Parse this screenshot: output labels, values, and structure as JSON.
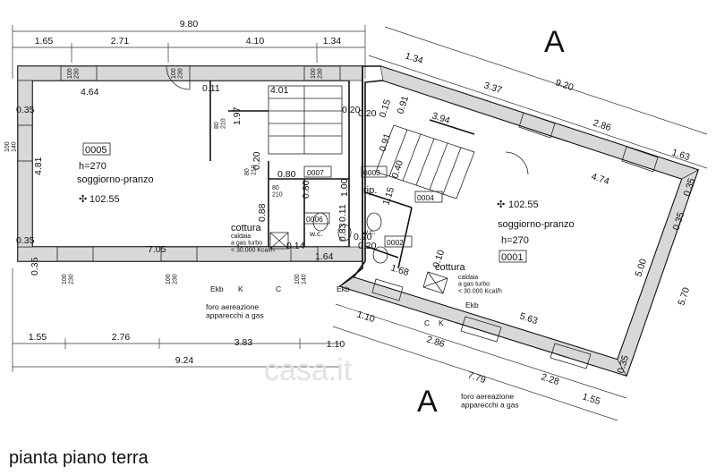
{
  "title": "pianta piano terra",
  "section_mark": "A",
  "watermark": "casa.it",
  "dims_top": {
    "total": "9.80",
    "segments": [
      "1.65",
      "2.71",
      "4.10",
      "1.34"
    ]
  },
  "dims_bottom": {
    "segments": [
      "1.55",
      "2.76",
      "3.83",
      "1.10"
    ],
    "total": "9.24"
  },
  "dims_right_top": {
    "segments": [
      "1.34",
      "3.37",
      "2.86",
      "1.63"
    ],
    "total": "9.20"
  },
  "dims_right_bottom": {
    "segments": [
      "1.10",
      "2.86",
      "2.28",
      "1.55"
    ],
    "total": "7.79"
  },
  "left_unit": {
    "room_code": "0005",
    "height": "h=270",
    "room_name": "soggiorno-pranzo",
    "area": "102.55",
    "dims": [
      "4.64",
      "0.11",
      "4.01",
      "0.35",
      "4.81",
      "0.35",
      "7.05",
      "0.35",
      "0.20",
      "1.97",
      "0.20",
      "0.80",
      "0.20",
      "1.64",
      "1.00",
      "0.11",
      "0.88",
      "0.83",
      "0.14",
      "0.20",
      "0.80"
    ],
    "window_labels": [
      "100\n230",
      "100\n230",
      "100\n230",
      "100\n140",
      "100\n230",
      "100\n230",
      "100\n140"
    ],
    "door_labels": [
      "80\n210",
      "80\n210",
      "80\n210"
    ],
    "wc_code": "0007",
    "wc_label": "w.c.",
    "cook_code": "0006",
    "cook_label": "cottura",
    "boiler_note": "caldaia\na gas turbo\n< 30.000 Kcal/h",
    "legend": [
      "Ekb",
      "K",
      "C",
      "Ekb"
    ],
    "vent_note": "foro aereazione\napparecchi a gas"
  },
  "right_unit": {
    "room_code": "0001",
    "height": "h=270",
    "room_name": "soggiorno-pranzo",
    "area": "102.55",
    "dims": [
      "3.94",
      "4.74",
      "0.35",
      "0.35",
      "5.00",
      "5.70",
      "5.63",
      "0.35",
      "1.68",
      "0.10",
      "1.15",
      "0.40",
      "0.15",
      "0.91",
      "0.91",
      "0.20"
    ],
    "rip_code": "0003",
    "rip_label": "rip.",
    "wc_code": "0002",
    "wc_label": "w.c.",
    "code_0004": "0004",
    "cook_label": "cottura",
    "boiler_note": "caldaia\na gas turbo\n< 30.000 Kcal/h",
    "legend": [
      "C",
      "K",
      "Ekb"
    ],
    "vent_note": "foro aereazione\napparecchi a gas"
  }
}
